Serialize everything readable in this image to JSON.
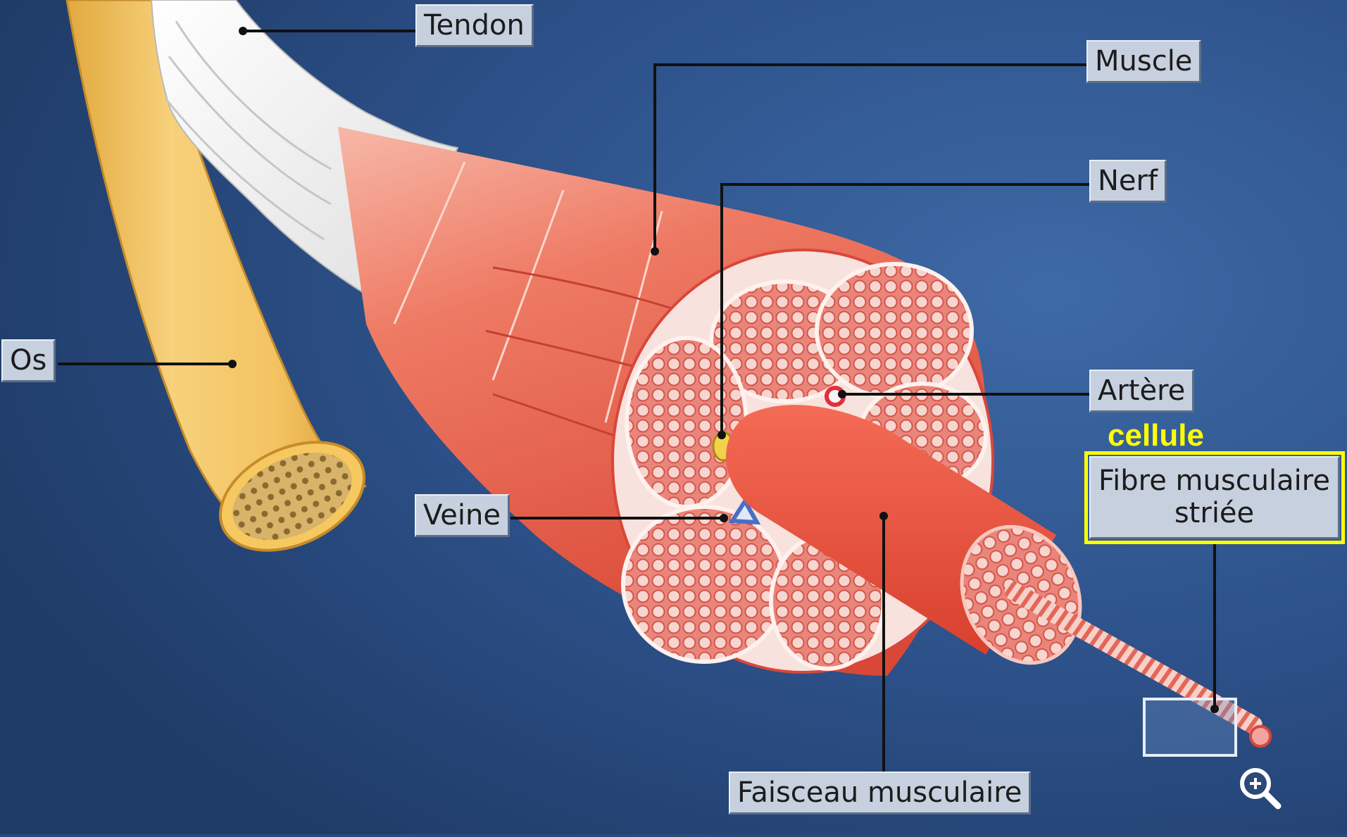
{
  "labels": {
    "tendon": "Tendon",
    "muscle": "Muscle",
    "nerf": "Nerf",
    "os": "Os",
    "artere": "Artère",
    "veine": "Veine",
    "fibre": "Fibre musculaire striée",
    "faisceau": "Faisceau musculaire"
  },
  "annotation": "cellule",
  "colors": {
    "background": "#2a4a7c",
    "muscle": "#e8574a",
    "bone": "#f2c35e",
    "tendon": "#f2f2f2",
    "highlight": "#ffff00"
  },
  "icons": [
    "zoom-in-icon"
  ]
}
